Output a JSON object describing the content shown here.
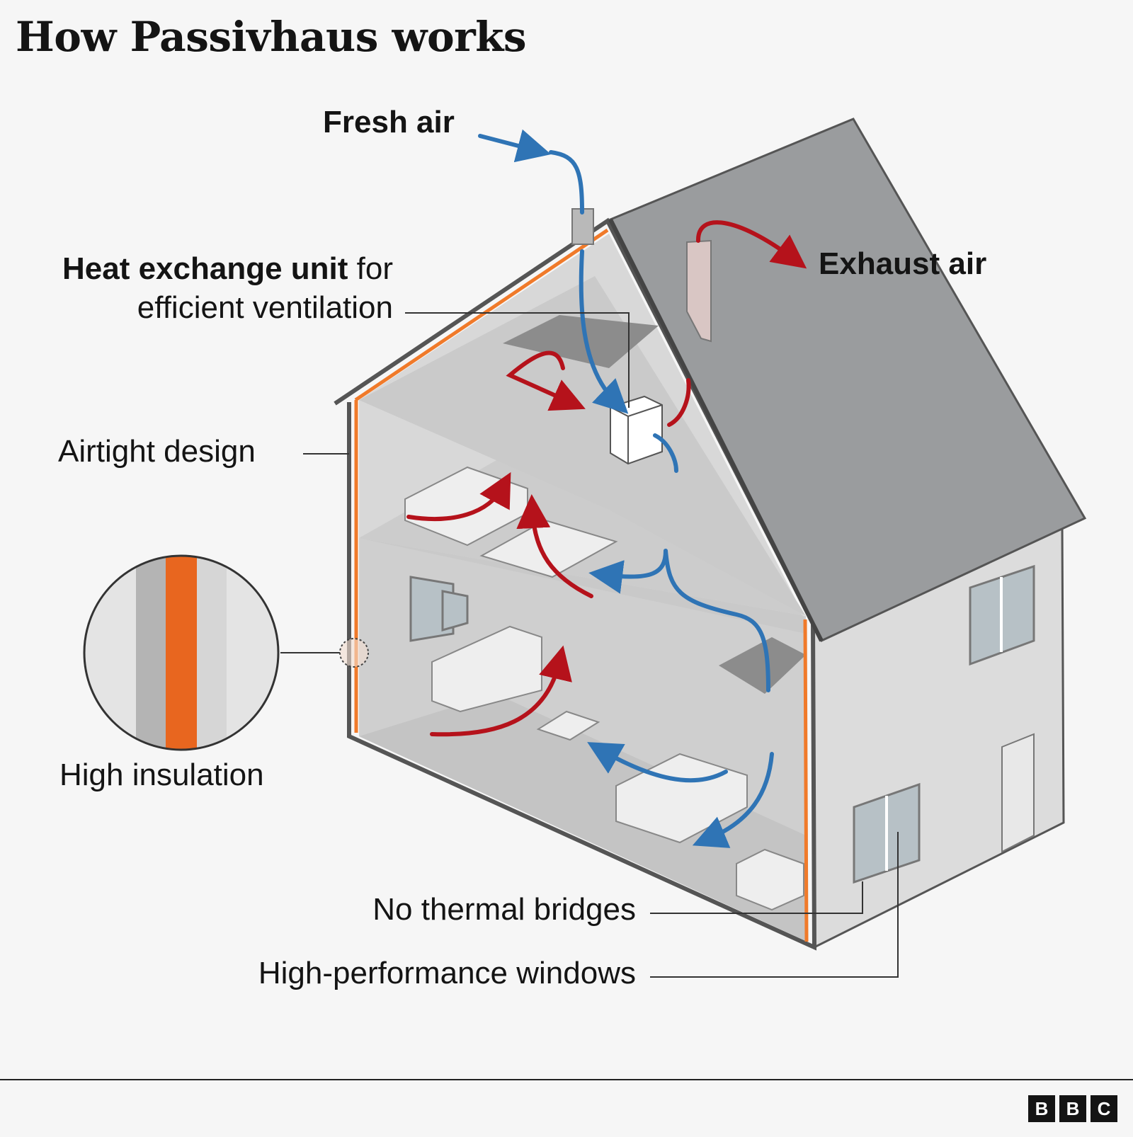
{
  "title": "How Passivhaus works",
  "labels": {
    "fresh_air": "Fresh air",
    "exhaust_air": "Exhaust air",
    "heat_exchange_bold": "Heat exchange unit",
    "heat_exchange_rest": " for",
    "heat_exchange_line2": "efficient ventilation",
    "airtight": "Airtight design",
    "insulation": "High insulation",
    "thermal_bridges": "No thermal bridges",
    "windows": "High-performance windows"
  },
  "logo": [
    "B",
    "B",
    "C"
  ],
  "colors": {
    "fresh_air": "#2f74b5",
    "warm_air": "#b5121b",
    "insulation": "#f07a2a",
    "roof": "#9a9c9e",
    "wall": "#e3e3e3"
  }
}
